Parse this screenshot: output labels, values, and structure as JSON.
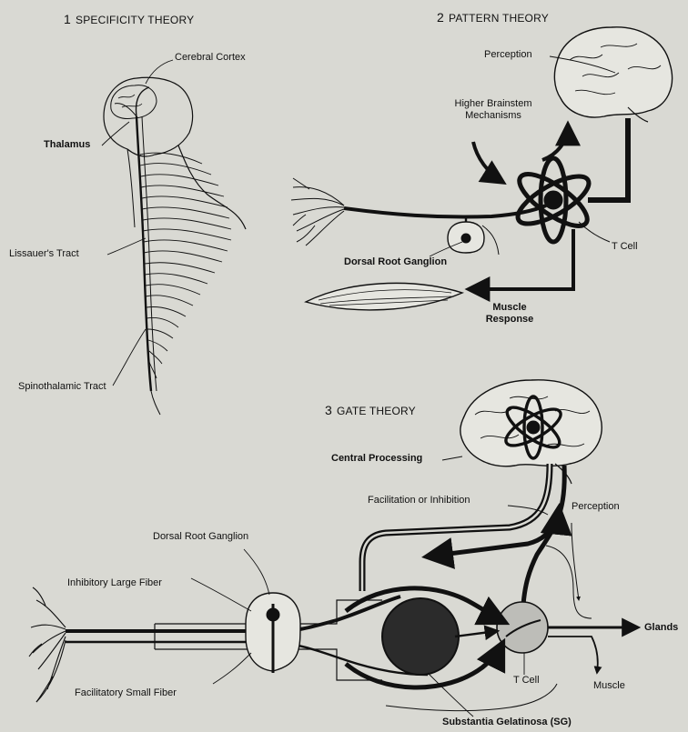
{
  "panels": {
    "specificity": {
      "number": "1",
      "title": "SPECIFICITY THEORY",
      "labels": {
        "cerebral_cortex": "Cerebral Cortex",
        "thalamus": "Thalamus",
        "lissauer": "Lissauer's Tract",
        "spinothalamic": "Spinothalamic Tract"
      }
    },
    "pattern": {
      "number": "2",
      "title": "PATTERN THEORY",
      "labels": {
        "perception": "Perception",
        "higher_brainstem_1": "Higher Brainstem",
        "higher_brainstem_2": "Mechanisms",
        "t_cell": "T Cell",
        "dorsal_root_ganglion": "Dorsal Root Ganglion",
        "muscle_response_1": "Muscle",
        "muscle_response_2": "Response"
      }
    },
    "gate": {
      "number": "3",
      "title": "GATE THEORY",
      "labels": {
        "central_processing": "Central Processing",
        "facilitation_inhibition": "Facilitation or Inhibition",
        "perception": "Perception",
        "dorsal_root_ganglion": "Dorsal Root Ganglion",
        "inhibitory_large_fiber": "Inhibitory Large Fiber",
        "facilitatory_small_fiber": "Facilitatory Small Fiber",
        "glands": "Glands",
        "t_cell": "T Cell",
        "muscle": "Muscle",
        "substantia_gelatinosa": "Substantia Gelatinosa (SG)"
      }
    }
  },
  "colors": {
    "background": "#d9d9d3",
    "ink": "#111111",
    "sg_fill": "#2b2b2b",
    "tcell_fill": "#bdbdb8"
  }
}
